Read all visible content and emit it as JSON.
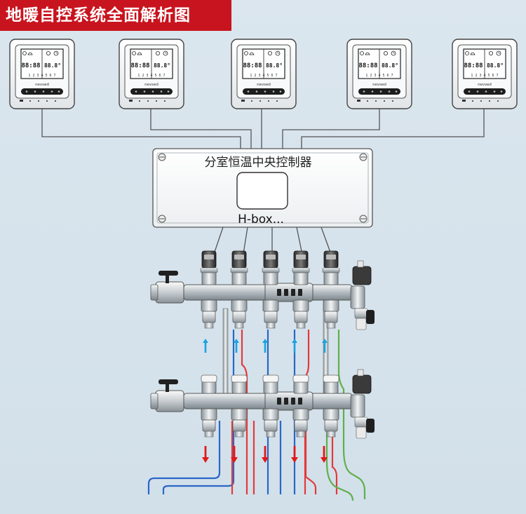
{
  "title": "地暖自控系统全面解析图",
  "controller": {
    "name": "分室恒温中央控制器",
    "model": "H-box..."
  },
  "thermostat": {
    "brand": "nevsed",
    "digits_left": "88:88",
    "digits_right": "88.8°",
    "day_row": "1 2 3 4 5 6 7"
  },
  "colors": {
    "supply_arrow": "#1aa3e0",
    "return_arrow": "#e01a1a",
    "blue_pipe": "#2a66c8",
    "red_pipe": "#e23a3a",
    "green_pipe": "#5fb04a",
    "banner": "#c8141e"
  }
}
